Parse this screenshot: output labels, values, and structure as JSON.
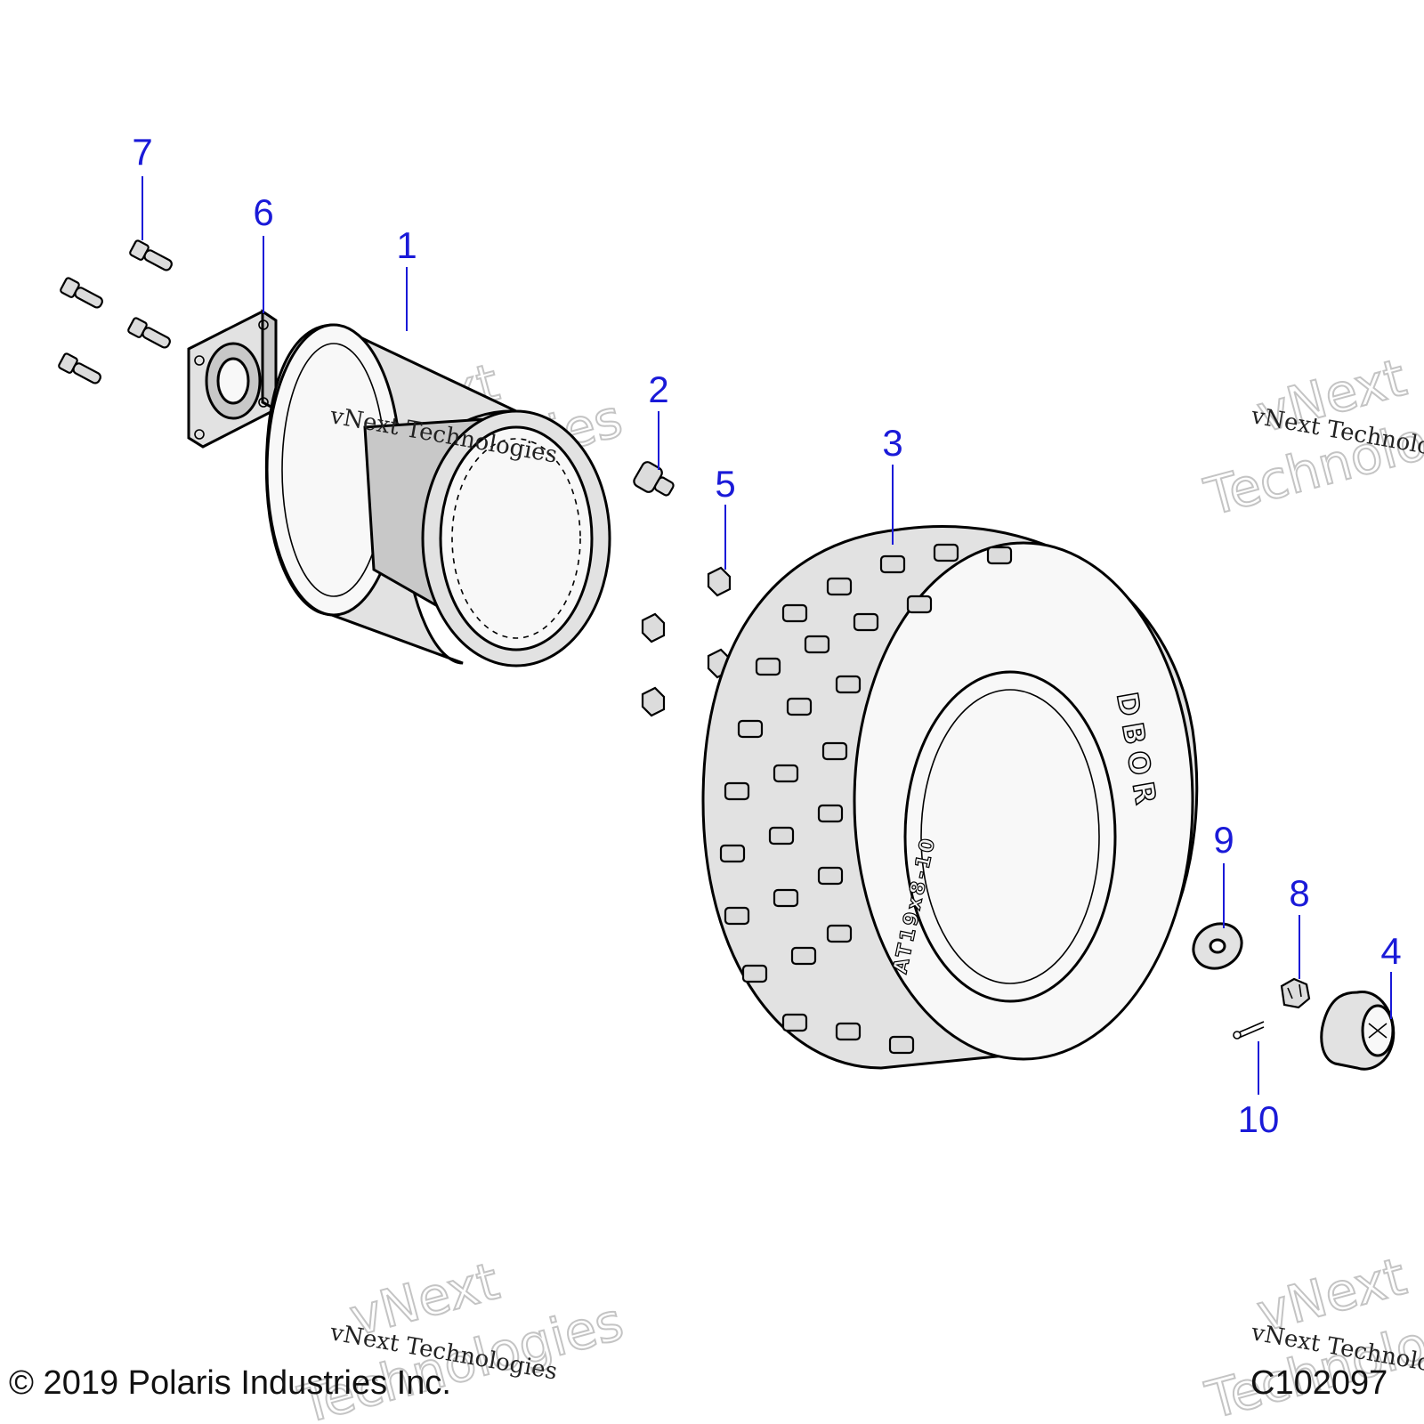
{
  "callouts": [
    {
      "id": "7",
      "label": "7"
    },
    {
      "id": "6",
      "label": "6"
    },
    {
      "id": "1",
      "label": "1"
    },
    {
      "id": "2",
      "label": "2"
    },
    {
      "id": "5",
      "label": "5"
    },
    {
      "id": "3",
      "label": "3"
    },
    {
      "id": "9",
      "label": "9"
    },
    {
      "id": "8",
      "label": "8"
    },
    {
      "id": "4",
      "label": "4"
    },
    {
      "id": "10",
      "label": "10"
    }
  ],
  "parts": [
    {
      "id": "1",
      "name": "wheel-rim"
    },
    {
      "id": "2",
      "name": "valve-stem"
    },
    {
      "id": "3",
      "name": "tire"
    },
    {
      "id": "4",
      "name": "hub-cap"
    },
    {
      "id": "5",
      "name": "lug-nut"
    },
    {
      "id": "6",
      "name": "wheel-hub"
    },
    {
      "id": "7",
      "name": "wheel-stud"
    },
    {
      "id": "8",
      "name": "castle-nut"
    },
    {
      "id": "9",
      "name": "washer"
    },
    {
      "id": "10",
      "name": "cotter-pin"
    }
  ],
  "tire_sidewall": {
    "brand": "DBOR",
    "size": "AT19x8-10"
  },
  "watermark": {
    "line1": "vNext",
    "line2": "Technologies",
    "small": "vNext Technologies"
  },
  "footer": {
    "copyright": "© 2019 Polaris Industries Inc.",
    "figure_id": "C102097"
  }
}
